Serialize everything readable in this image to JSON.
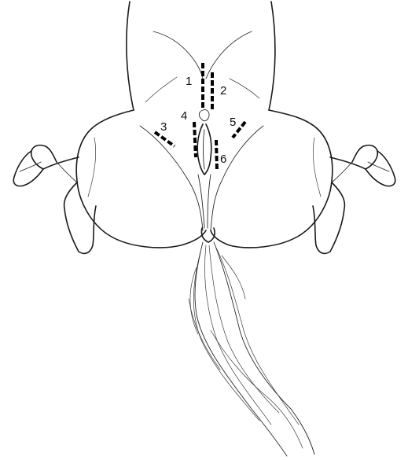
{
  "incision_sites": [
    {
      "id": "site-1",
      "label": "1"
    },
    {
      "id": "site-2",
      "label": "2"
    },
    {
      "id": "site-3",
      "label": "3"
    },
    {
      "id": "site-4",
      "label": "4"
    },
    {
      "id": "site-5",
      "label": "5"
    },
    {
      "id": "site-6",
      "label": "6"
    }
  ]
}
